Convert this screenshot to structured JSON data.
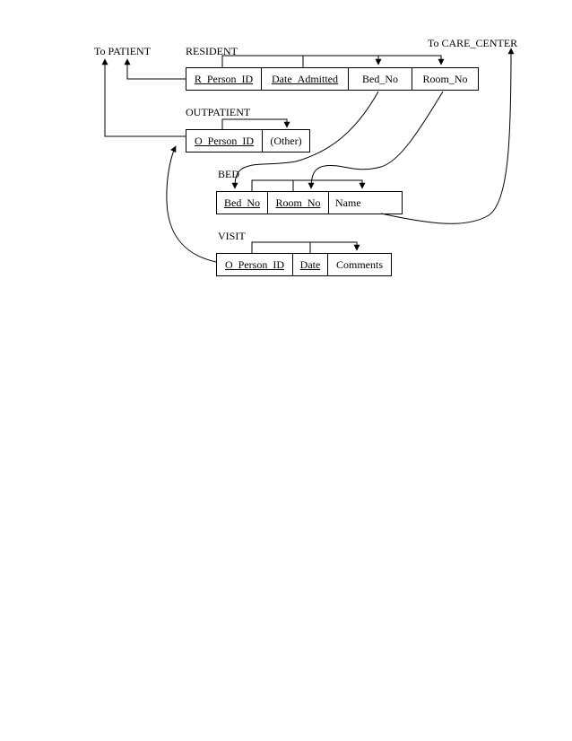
{
  "labels": {
    "to_patient": "To PATIENT",
    "to_care_center": "To CARE_CENTER",
    "resident": "RESIDENT",
    "outpatient": "OUTPATIENT",
    "bed": "BED",
    "visit": "VISIT"
  },
  "resident": [
    "R_Person_ID",
    "Date_Admitted",
    "Bed_No",
    "Room_No"
  ],
  "outpatient": [
    "O_Person_ID",
    "(Other)"
  ],
  "bed": [
    "Bed_No",
    "Room_No",
    "Name"
  ],
  "visit": [
    "O_Person_ID",
    "Date",
    "Comments"
  ]
}
